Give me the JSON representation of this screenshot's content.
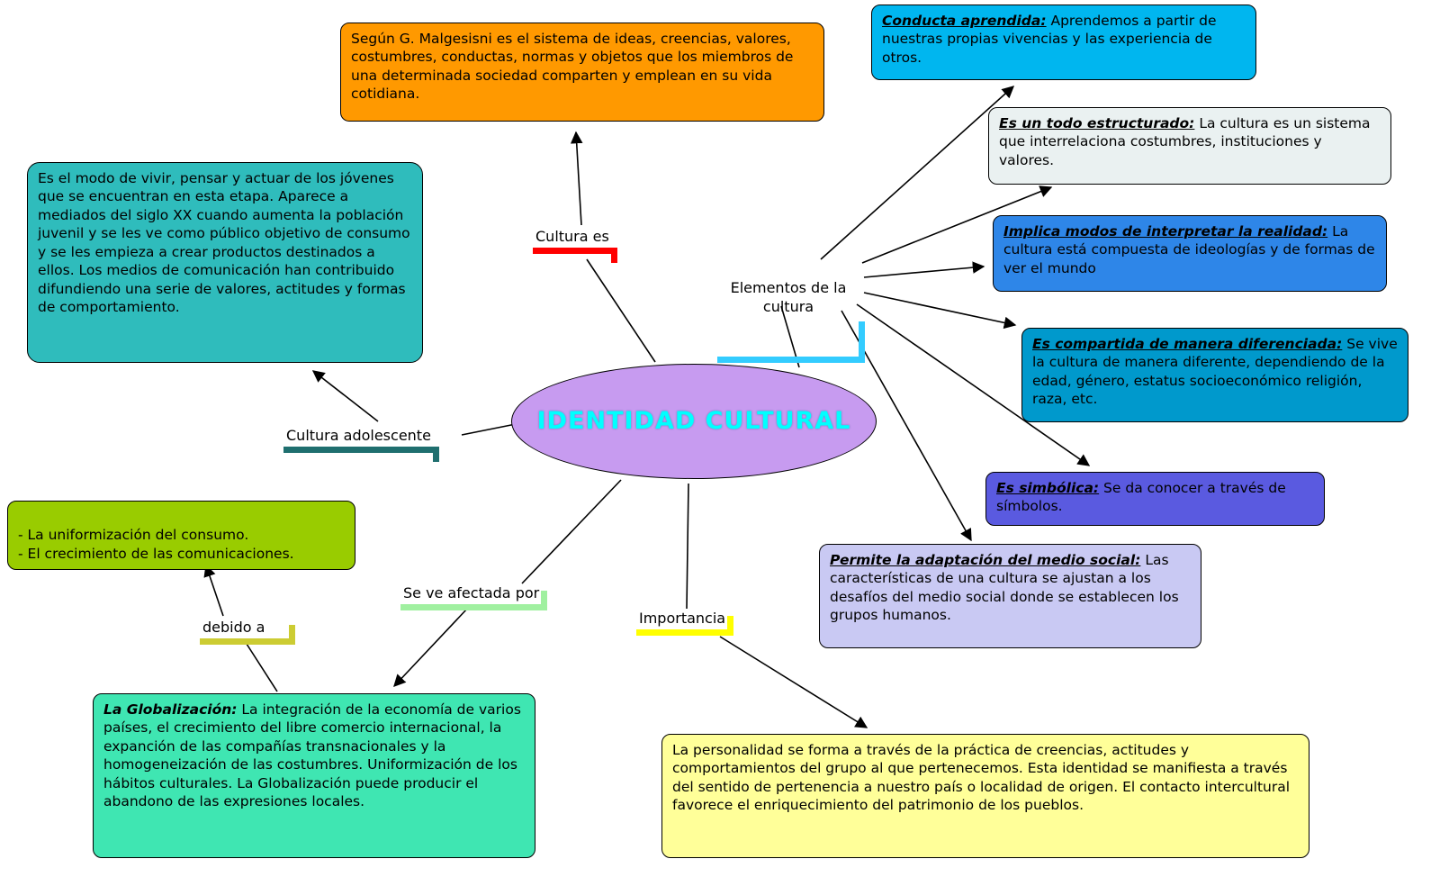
{
  "central": {
    "title": "IDENTIDAD CULTURAL"
  },
  "labels": {
    "cultura_es": "Cultura es",
    "elementos": "Elementos de la\ncultura",
    "cultura_adolescente": "Cultura adolescente",
    "debido_a": "debido a",
    "se_ve_afectada": "Se ve afectada por",
    "importancia": "Importancia"
  },
  "boxes": {
    "definicion": {
      "body": "Según G. Malgesisni es el sistema de ideas, creencias, valores, costumbres, conductas, normas y objetos que los miembros de una determinada sociedad comparten y emplean en su vida cotidiana."
    },
    "adolescente": {
      "body": "Es el modo de vivir, pensar y actuar de los jóvenes que se encuentran en esta etapa. Aparece a mediados del siglo XX cuando aumenta la población juvenil y se les ve como público objetivo de consumo y se les empieza a crear productos destinados a ellos. Los medios de comunicación han contribuido difundiendo una serie de valores, actitudes y formas de comportamiento."
    },
    "conducta": {
      "lead": "Conducta aprendida:",
      "body": " Aprendemos a partir de nuestras propias vivencias y las experiencia de otros."
    },
    "todo": {
      "lead": "Es un todo estructurado:",
      "body": " La cultura es un sistema que interrelaciona costumbres, instituciones y valores."
    },
    "implica": {
      "lead": "Implica modos de interpretar la realidad:",
      "body": " La cultura está compuesta de ideologías y de formas de ver el mundo"
    },
    "compartida": {
      "lead": "Es compartida de manera diferenciada:",
      "body": " Se vive la cultura de manera diferente, dependiendo de la edad, género, estatus socioeconómico religión, raza, etc."
    },
    "simbolica": {
      "lead": "Es simbólica:",
      "body": " Se da conocer a través de símbolos."
    },
    "permite": {
      "lead": "Permite la adaptación del medio social:",
      "body": " Las características de una cultura se ajustan a los desafíos del medio social donde se establecen los grupos humanos."
    },
    "factores": {
      "body": "- La uniformización del consumo.\n- El crecimiento de las comunicaciones."
    },
    "globalizacion": {
      "lead": "La Globalización:",
      "body": " La integración de la economía de varios países, el crecimiento del libre comercio internacional, la expanción de las compañías transnacionales y la homogeneización de las costumbres.  Uniformización de los hábitos culturales. La Globalización puede producir el abandono de las expresiones locales."
    },
    "personalidad": {
      "body": "La personalidad se forma a través de la práctica de creencias, actitudes y comportamientos del grupo al que pertenecemos. Esta identidad se manifiesta a través del sentido de pertenencia a nuestro país o localidad de origen. El contacto intercultural favorece el enriquecimiento del patrimonio de los pueblos."
    }
  },
  "colors": {
    "ellipse_fill": "#c79bf0",
    "ellipse_text": "#00ffff",
    "definicion": "#ff9900",
    "adolescente": "#2fbcbc",
    "conducta": "#00b6ef",
    "todo": "#eaf1f1",
    "implica": "#2e86e8",
    "compartida": "#0099cc",
    "simbolica": "#5a5ae0",
    "permite": "#c9c9f3",
    "factores": "#99cc00",
    "globalizacion": "#3fe6b2",
    "personalidad": "#ffff99",
    "bar_cultura_es": "#ff0000",
    "bar_elementos": "#33ccff",
    "bar_cultura_adolescente": "#1f6f6f",
    "bar_debido_a": "#cccc33",
    "bar_se_ve_afectada": "#a0f0a0",
    "bar_importancia": "#ffff00"
  }
}
